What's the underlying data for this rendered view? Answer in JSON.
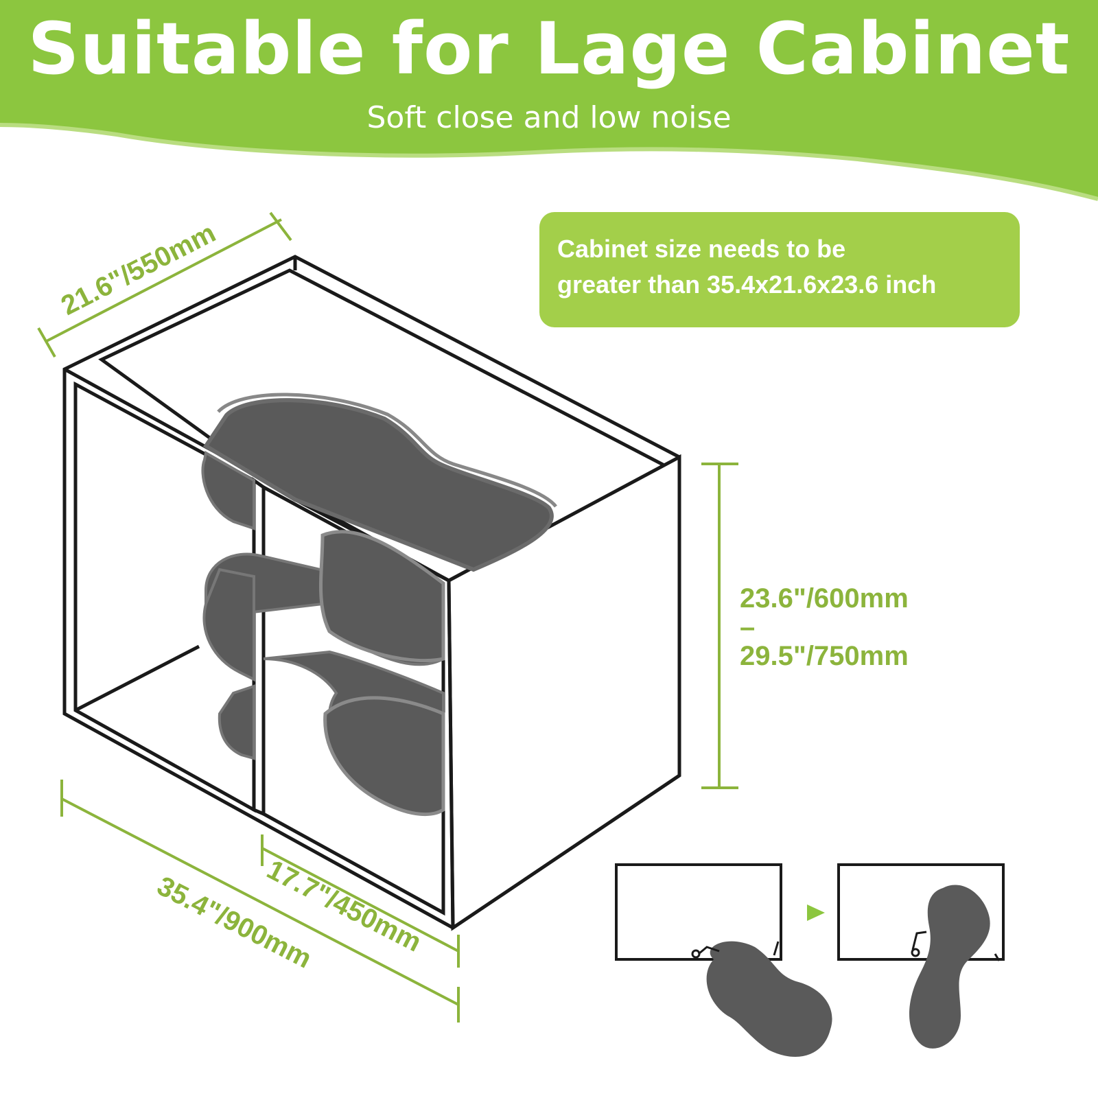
{
  "header": {
    "title": "Suitable for Lage Cabinet",
    "subtitle": "Soft close and low noise"
  },
  "note": {
    "line1": "Cabinet size needs to be",
    "line2": "greater than 35.4x21.6x23.6 inch"
  },
  "dimensions": {
    "depth": "21.6\"/550mm",
    "height_min": "23.6\"/600mm",
    "height_dash": "–",
    "height_max": "29.5\"/750mm",
    "width_total": "35.4\"/900mm",
    "width_opening": "17.7\"/450mm"
  },
  "colors": {
    "accent_green": "#8cc63f",
    "note_bg": "#a3cf4a",
    "dim_text": "#8cb43c",
    "shelf_gray": "#5a5a5a",
    "outline": "#1a1a1a"
  },
  "icons": {
    "arrow": "right-triangle-arrow-icon"
  }
}
